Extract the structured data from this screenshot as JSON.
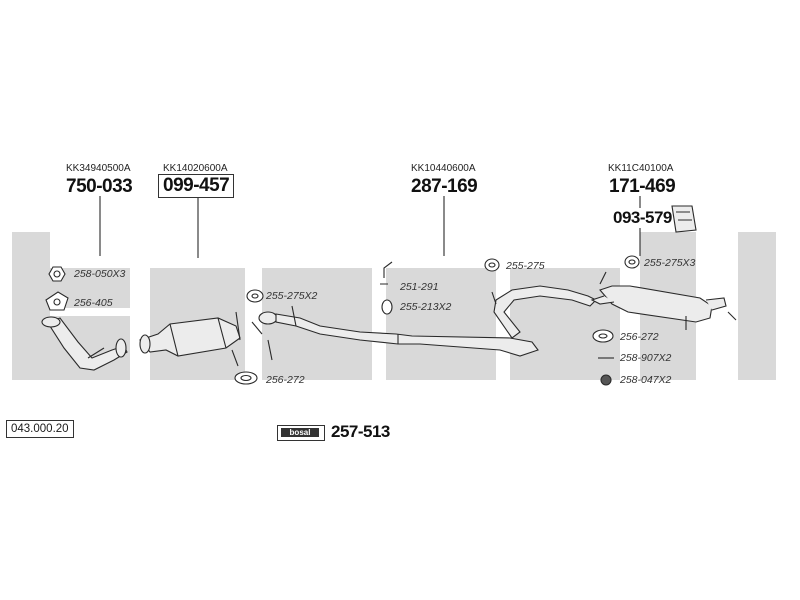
{
  "watermark": "bosal",
  "catalog_number": "043.000.20",
  "brand_box": {
    "logo": "bosal",
    "part_number": "257-513"
  },
  "assemblies": [
    {
      "code": "KK34940500A",
      "part_number": "750-033"
    },
    {
      "code": "KK14020600A",
      "part_number": "099-457"
    },
    {
      "code": "KK10440600A",
      "part_number": "287-169"
    },
    {
      "code": "KK11C40100A",
      "part_number": "171-469"
    }
  ],
  "extra_part": "093-579",
  "refs": [
    "258-050X3",
    "256-405",
    "255-275X2",
    "256-272",
    "251-291",
    "255-213X2",
    "255-275",
    "255-275X3",
    "256-272",
    "258-907X2",
    "258-047X2"
  ],
  "colors": {
    "watermark": "#d7d7d7",
    "line": "#2a2a2a",
    "part_fill": "#e9e9e9"
  }
}
